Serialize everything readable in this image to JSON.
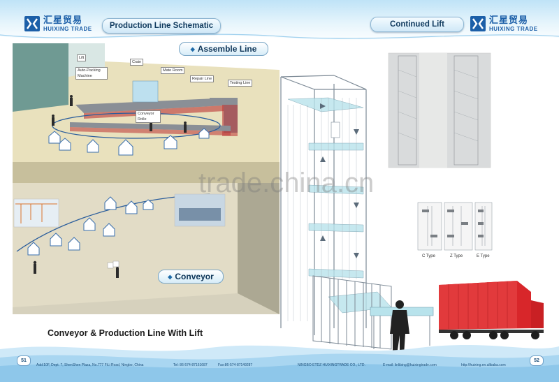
{
  "brand": {
    "name_cn": "汇星贸易",
    "name_en": "HUIXING TRADE",
    "color": "#1c5fa8"
  },
  "left_page": {
    "header_title": "Production Line Schematic",
    "section_assemble": "Assemble Line",
    "section_conveyor": "Conveyor",
    "caption": "Conveyor & Production Line With Lift",
    "callouts": {
      "lift": "Lift",
      "auto_packing": "Auto-Packing Machine",
      "crain": "Crain",
      "mate_room": "Mate Room",
      "repair_line": "Repair Line",
      "testing_line": "Testing Line",
      "conveyor_roll": "Conveyor Rolle"
    },
    "page_number": "51",
    "footer_address": "Add:10F, Dept. 7, ShenShen Plaza, No.777 FiLi Road, Ningbo, China",
    "footer_tel": "Tel: 86-574-87161687",
    "footer_fax": "Fax:86-574-87149287"
  },
  "right_page": {
    "header_title": "Continued Lift",
    "types": [
      "C Type",
      "Z Type",
      "E Type"
    ],
    "page_number": "52",
    "footer_company": "NINGBO ETDZ HUIXINGTRADE CO., LTD.",
    "footer_email": "E-mail: linlibing@huixingtrade.com",
    "footer_web": "http://huixing.en.alibaba.com"
  },
  "watermark": "trade.china.cn",
  "colors": {
    "header_bg": "#bfe3f7",
    "floor_beige": "#e9dfb8",
    "wall_grey": "#bdb9a7",
    "lift_frame": "#7d8a96",
    "truck_red": "#d8262a"
  }
}
